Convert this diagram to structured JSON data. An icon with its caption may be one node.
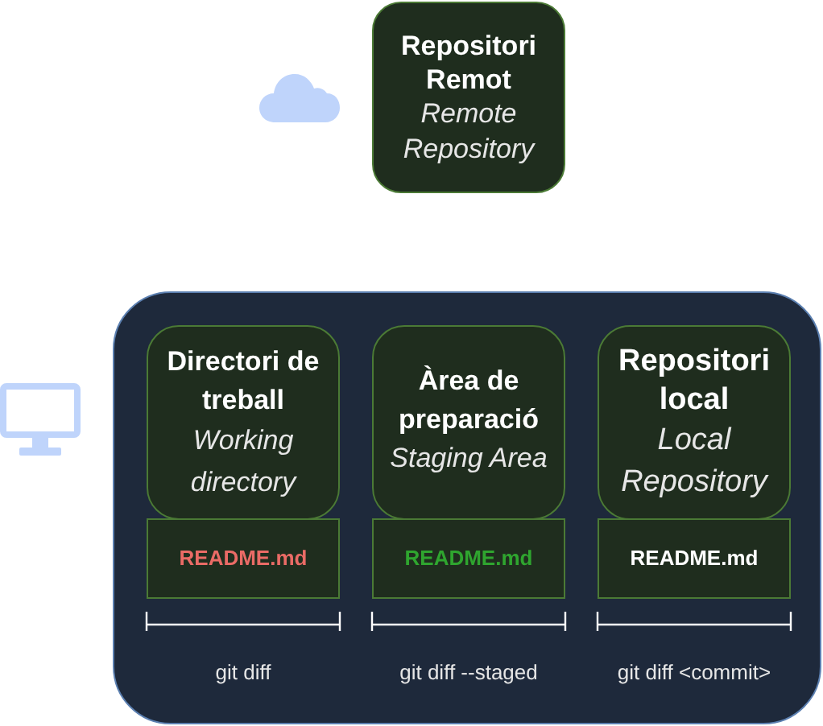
{
  "diagram": {
    "nodes": [
      {
        "text": [
          "Repositori Remot",
          "Remote Repository"
        ]
      },
      {
        "text": [],
        "shape": "box"
      },
      {
        "text": [
          "Directori de treball",
          "Working directory"
        ],
        "in": 1
      },
      {
        "text": [
          "Àrea de preparació",
          "Staging Area"
        ],
        "in": 1
      },
      {
        "text": [
          "Repositori local",
          "Local Repository"
        ],
        "in": 1
      },
      {
        "text": [
          "README.md"
        ],
        "in": 1
      },
      {
        "text": [
          "README.md"
        ],
        "in": 1
      },
      {
        "text": [
          "README.md"
        ],
        "in": 1
      }
    ],
    "labels": [
      "git diff",
      "git diff --staged",
      "git diff <commit>"
    ]
  }
}
